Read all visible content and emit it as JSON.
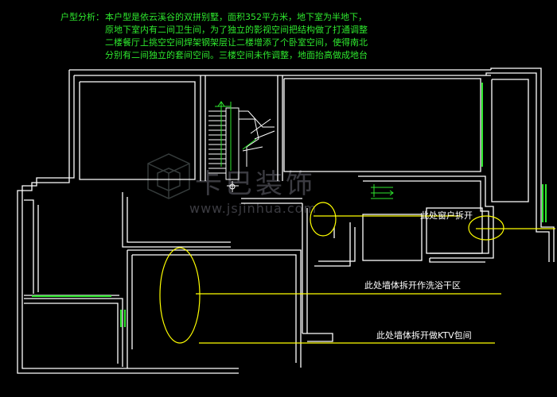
{
  "notes": {
    "heading": "户型分析：",
    "lines": [
      "本户型是依云溪谷的双拼别墅，面积352平方米，地下室为半地下，",
      "原地下室内有二间卫生间，为了独立的影视空间把结构做了打通调整",
      "二楼餐厅上挑空空间焊架钢架层让二楼增添了个卧室空间，使得南北",
      "分别有二间独立的套间空间。三楼空间未作调整，地面抬高做成地台"
    ]
  },
  "annotations": {
    "window": "此处窗户拆开",
    "wash": "此处墙体拆开作洗浴干区",
    "ktv": "此处墙体拆开做KTV包间"
  },
  "watermark": {
    "brand": "卡巴装饰",
    "url": "www.jsjinhua.com"
  },
  "colors": {
    "background": "#000000",
    "walls": "#ffffff",
    "notes_text": "#2ee82e",
    "markup": "#ffff00",
    "windows": "#2ee82e"
  }
}
